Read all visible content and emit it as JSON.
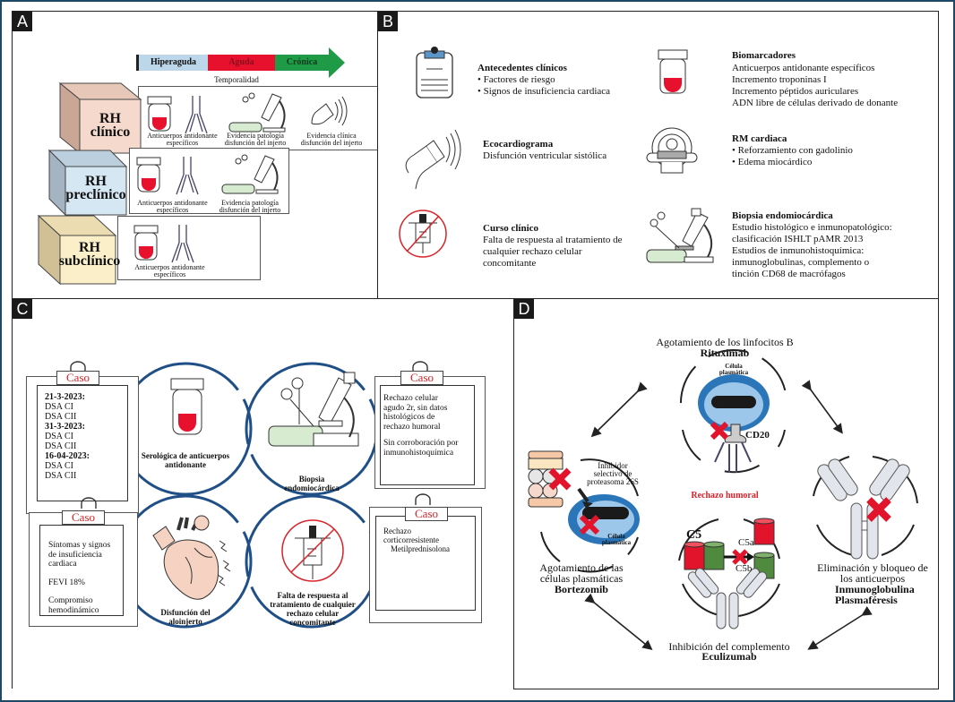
{
  "panels": {
    "A": {
      "letter": "A",
      "timeline": {
        "segments": [
          {
            "label": "Hiperaguda",
            "color": "#bcd7ea"
          },
          {
            "label": "Aguda",
            "color": "#e8112d"
          },
          {
            "label": "Crónica",
            "color": "#1f9b48"
          }
        ],
        "axis_label": "Temporalidad"
      },
      "stages": [
        {
          "title_l1": "RH",
          "title_l2": "clínico",
          "color": "#f4d9cc",
          "items": [
            "Anticuerpos antidonante específicos",
            "Evidencia patología disfunción del injerto",
            "Evidencia clínica disfunción del injerto"
          ]
        },
        {
          "title_l1": "RH",
          "title_l2": "preclínico",
          "color": "#d6e7f4",
          "items": [
            "Anticuerpos antidonante específicos",
            "Evidencia patología disfunción del injerto"
          ]
        },
        {
          "title_l1": "RH",
          "title_l2": "subclínico",
          "color": "#fbefca",
          "items": [
            "Anticuerpos antidonante específicos"
          ]
        }
      ]
    },
    "B": {
      "letter": "B",
      "blocks": [
        {
          "title": "Antecedentes clínicos",
          "lines": [
            "• Factores de riesgo",
            "• Signos de insuficiencia cardiaca"
          ]
        },
        {
          "title": "Biomarcadores",
          "lines": [
            "Anticuerpos antidonante específicos",
            "Incremento troponinas I",
            "Incremento péptidos auriculares",
            "ADN libre de células derivado de donante"
          ]
        },
        {
          "title": "Ecocardiograma",
          "lines": [
            "Disfunción ventricular sistólica"
          ]
        },
        {
          "title": "RM cardiaca",
          "lines": [
            "• Reforzamiento con gadolinio",
            "• Edema miocárdico"
          ]
        },
        {
          "title": "Curso clínico",
          "lines": [
            "Falta de respuesta al tratamiento de",
            "cualquier rechazo celular",
            "concomitante"
          ]
        },
        {
          "title": "Biopsia endomiocárdica",
          "lines": [
            "Estudio histológico e inmunopatológico:",
            "clasificación ISHLT pAMR 2013",
            "Estudios de inmunohistoquímica:",
            "inmunoglobulinas, complemento o",
            "tinción CD68 de macrófagos"
          ]
        }
      ]
    },
    "C": {
      "letter": "C",
      "case_tag": "Caso",
      "circles": [
        {
          "label_l1": "Serológica de anticuerpos",
          "label_l2": "antidonante"
        },
        {
          "label_l1": "Biopsia",
          "label_l2": "endomiocárdica"
        },
        {
          "label_l1": "Disfunción del",
          "label_l2": "aloinjerto"
        },
        {
          "label_l1": "Falta de respuesta al",
          "label_l2": "tratamiento de cualquier",
          "label_l3": "rechazo celular",
          "label_l4": "concomitante"
        }
      ],
      "cases": [
        {
          "lines": [
            "21-3-2023:",
            "DSA CI",
            "DSA CII",
            "31-3-2023:",
            "DSA CI",
            "DSA CII",
            "16-04-2023:",
            "DSA CI",
            "DSA CII"
          ]
        },
        {
          "lines": [
            "Rechazo celular",
            "agudo 2r, sin datos",
            "histológicos de",
            "rechazo humoral",
            "",
            "Sin corroboración por",
            "inmunohistoquímica"
          ]
        },
        {
          "lines": [
            "Síntomas y signos",
            "de insuficiencia",
            "cardiaca",
            "",
            "FEVI 18%",
            "",
            "Compromiso",
            "hemodinámico"
          ]
        },
        {
          "lines": [
            "Rechazo",
            "corticorresistente",
            "Metilprednisolona"
          ]
        }
      ]
    },
    "D": {
      "letter": "D",
      "center_label": "Rechazo humoral",
      "top": {
        "line1": "Agotamiento de los linfocitos B",
        "drug": "Rituximab",
        "cell_label_l1": "Célula",
        "cell_label_l2": "plasmática",
        "marker": "CD20"
      },
      "left": {
        "line1": "Agotamiento de las",
        "line2": "células plasmáticas",
        "drug": "Bortezomib",
        "inhibitor_l1": "Inhibidor",
        "inhibitor_l2": "selectivo de",
        "inhibitor_l3": "proteasoma 26S",
        "cell_label_l1": "Célula",
        "cell_label_l2": "plasmática"
      },
      "right": {
        "line1": "Eliminación y bloqueo de",
        "line2": "los anticuerpos",
        "drug1": "Inmunoglobulina",
        "drug2": "Plasmaféresis"
      },
      "bottom": {
        "line1": "Inhibición del complemento",
        "drug": "Eculizumab",
        "c5": "C5",
        "c5a": "C5a",
        "c5b": "C5b"
      }
    }
  }
}
